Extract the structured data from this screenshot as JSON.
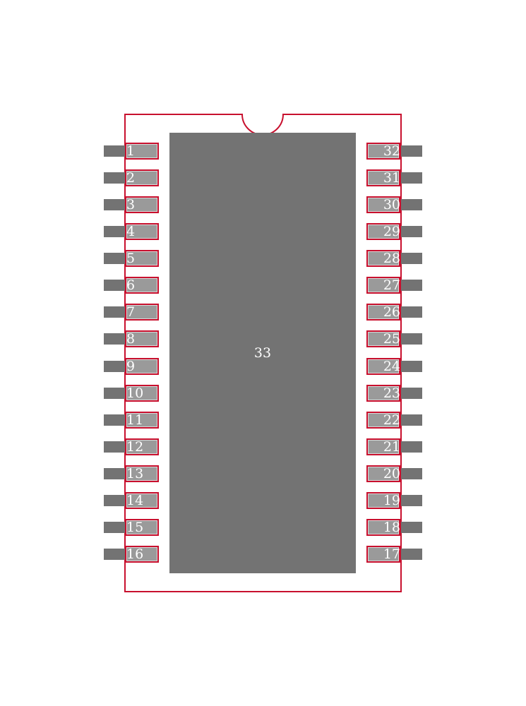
{
  "package": {
    "outline_color": "#c8102e",
    "pad_fill": "#9a9a9a",
    "lead_fill": "#737373",
    "thermal_pad_fill": "#737373",
    "label_color": "#ffffff",
    "left_pins": [
      "1",
      "2",
      "3",
      "4",
      "5",
      "6",
      "7",
      "8",
      "9",
      "10",
      "11",
      "12",
      "13",
      "14",
      "15",
      "16"
    ],
    "right_pins": [
      "32",
      "31",
      "30",
      "29",
      "28",
      "27",
      "26",
      "25",
      "24",
      "23",
      "22",
      "21",
      "20",
      "19",
      "18",
      "17"
    ],
    "thermal_pad_label": "33"
  }
}
